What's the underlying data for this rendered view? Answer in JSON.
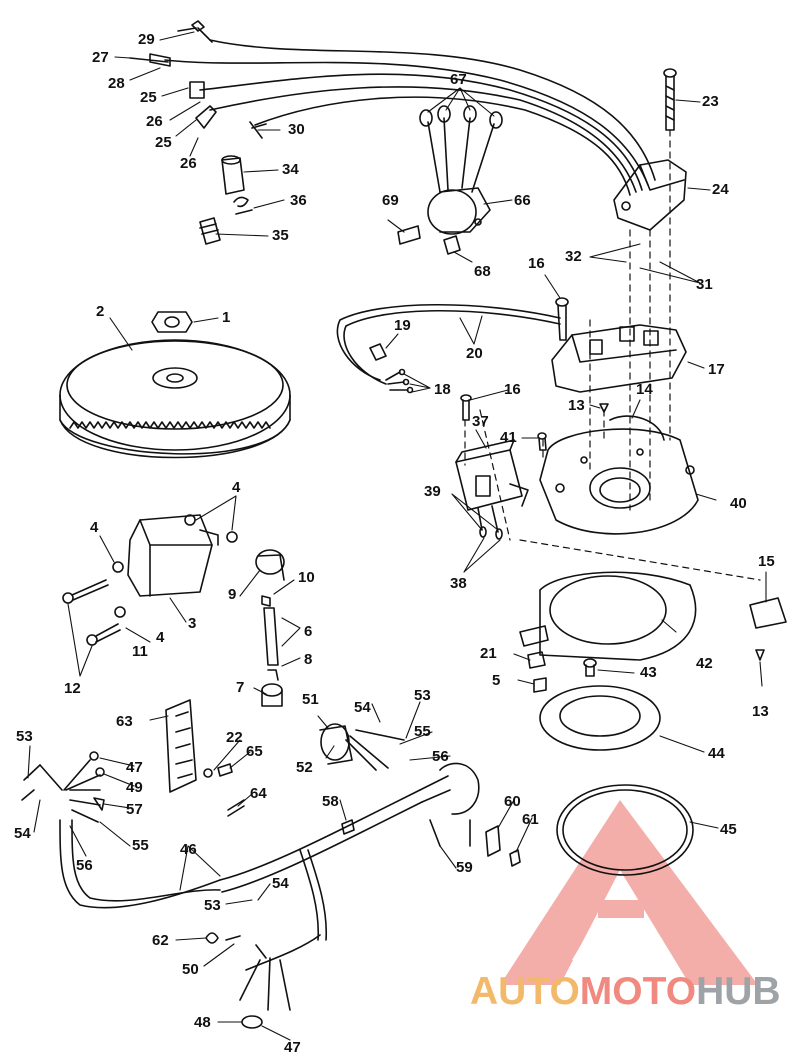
{
  "colors": {
    "line": "#111111",
    "logo_auto": "#f2b96a",
    "logo_moto": "#f08a80",
    "logo_hub": "#9ea3a8",
    "logo_mark": "#f3a6a0"
  },
  "watermark": {
    "part1": "AUTO",
    "part2": "MOTO",
    "part3": "HUB"
  },
  "callouts": [
    {
      "id": "c29",
      "text": "29"
    },
    {
      "id": "c27",
      "text": "27"
    },
    {
      "id": "c28",
      "text": "28"
    },
    {
      "id": "c25a",
      "text": "25"
    },
    {
      "id": "c26a",
      "text": "26"
    },
    {
      "id": "c25b",
      "text": "25"
    },
    {
      "id": "c26b",
      "text": "26"
    },
    {
      "id": "c30",
      "text": "30"
    },
    {
      "id": "c34",
      "text": "34"
    },
    {
      "id": "c36",
      "text": "36"
    },
    {
      "id": "c35",
      "text": "35"
    },
    {
      "id": "c67",
      "text": "67"
    },
    {
      "id": "c69",
      "text": "69"
    },
    {
      "id": "c66",
      "text": "66"
    },
    {
      "id": "c68",
      "text": "68"
    },
    {
      "id": "c23",
      "text": "23"
    },
    {
      "id": "c24",
      "text": "24"
    },
    {
      "id": "c32",
      "text": "32"
    },
    {
      "id": "c31",
      "text": "31"
    },
    {
      "id": "c16a",
      "text": "16"
    },
    {
      "id": "c2",
      "text": "2"
    },
    {
      "id": "c1",
      "text": "1"
    },
    {
      "id": "c19",
      "text": "19"
    },
    {
      "id": "c20",
      "text": "20"
    },
    {
      "id": "c17",
      "text": "17"
    },
    {
      "id": "c18",
      "text": "18"
    },
    {
      "id": "c16b",
      "text": "16"
    },
    {
      "id": "c14",
      "text": "14"
    },
    {
      "id": "c13a",
      "text": "13"
    },
    {
      "id": "c37",
      "text": "37"
    },
    {
      "id": "c41",
      "text": "41"
    },
    {
      "id": "c4a",
      "text": "4"
    },
    {
      "id": "c4b",
      "text": "4"
    },
    {
      "id": "c39",
      "text": "39"
    },
    {
      "id": "c40",
      "text": "40"
    },
    {
      "id": "c9",
      "text": "9"
    },
    {
      "id": "c10",
      "text": "10"
    },
    {
      "id": "c38",
      "text": "38"
    },
    {
      "id": "c15",
      "text": "15"
    },
    {
      "id": "c3",
      "text": "3"
    },
    {
      "id": "c4c",
      "text": "4"
    },
    {
      "id": "c6",
      "text": "6"
    },
    {
      "id": "c11",
      "text": "11"
    },
    {
      "id": "c42",
      "text": "42"
    },
    {
      "id": "c12",
      "text": "12"
    },
    {
      "id": "c8",
      "text": "8"
    },
    {
      "id": "c21",
      "text": "21"
    },
    {
      "id": "c43",
      "text": "43"
    },
    {
      "id": "c13b",
      "text": "13"
    },
    {
      "id": "c7",
      "text": "7"
    },
    {
      "id": "c5",
      "text": "5"
    },
    {
      "id": "c51",
      "text": "51"
    },
    {
      "id": "c54a",
      "text": "54"
    },
    {
      "id": "c53a",
      "text": "53"
    },
    {
      "id": "c63",
      "text": "63"
    },
    {
      "id": "c22",
      "text": "22"
    },
    {
      "id": "c65",
      "text": "65"
    },
    {
      "id": "c55a",
      "text": "55"
    },
    {
      "id": "c44",
      "text": "44"
    },
    {
      "id": "c53b",
      "text": "53"
    },
    {
      "id": "c47a",
      "text": "47"
    },
    {
      "id": "c49",
      "text": "49"
    },
    {
      "id": "c52",
      "text": "52"
    },
    {
      "id": "c56a",
      "text": "56"
    },
    {
      "id": "c64",
      "text": "64"
    },
    {
      "id": "c57",
      "text": "57"
    },
    {
      "id": "c58",
      "text": "58"
    },
    {
      "id": "c60",
      "text": "60"
    },
    {
      "id": "c61",
      "text": "61"
    },
    {
      "id": "c45",
      "text": "45"
    },
    {
      "id": "c54b",
      "text": "54"
    },
    {
      "id": "c55b",
      "text": "55"
    },
    {
      "id": "c56b",
      "text": "56"
    },
    {
      "id": "c46",
      "text": "46"
    },
    {
      "id": "c59",
      "text": "59"
    },
    {
      "id": "c54c",
      "text": "54"
    },
    {
      "id": "c53c",
      "text": "53"
    },
    {
      "id": "c62",
      "text": "62"
    },
    {
      "id": "c50",
      "text": "50"
    },
    {
      "id": "c48",
      "text": "48"
    },
    {
      "id": "c47b",
      "text": "47"
    }
  ]
}
